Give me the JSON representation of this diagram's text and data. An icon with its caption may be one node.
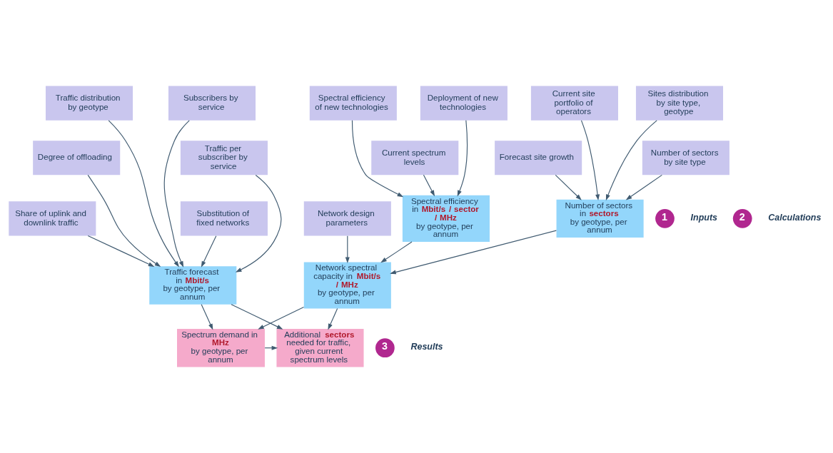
{
  "diagram": {
    "nodes": [
      {
        "text": [
          "Subscribers by service"
        ]
      },
      {
        "text": [
          "Traffic distribution by geotype"
        ]
      },
      {
        "text": [
          "Deployment of new technologies"
        ]
      },
      {
        "text": [
          "Spectral efficiency  of new technologies"
        ]
      },
      {
        "text": [
          "Current site portfolio of operators"
        ]
      },
      {
        "text": [
          "Sites distribution by site type, geotype"
        ]
      },
      {
        "text": [
          "Traffic per subscriber by service"
        ]
      },
      {
        "text": [
          "Degree of offloading"
        ]
      },
      {
        "text": [
          "Current spectrum levels"
        ]
      },
      {
        "text": [
          "Forecast site growth"
        ]
      },
      {
        "text": [
          "Number of sectors by site type"
        ]
      },
      {
        "text": [
          "Substitution of fixed networks"
        ]
      },
      {
        "text": [
          "Share of uplink and downlink traffic"
        ]
      },
      {
        "text": [
          "Network design parameters"
        ]
      },
      {
        "text": [
          "1"
        ],
        "beside": [
          "Inputs"
        ]
      },
      {
        "text": [
          "Spectral efficiency in **Mbit/s / sector / MHz** by geotype, per annum"
        ]
      },
      {
        "text": [
          "Number of sectors in **sectors** by geotype, per annum"
        ]
      },
      {
        "text": [
          "2"
        ],
        "beside": [
          "Calculations"
        ]
      },
      {
        "text": [
          "Traffic forecast in **Mbit/s** by geotype, per annum"
        ]
      },
      {
        "text": [
          "Network spectral capacity in **Mbit/s / MHz** by geotype, per annum"
        ]
      },
      {
        "text": [
          "Spectrum demand in **MHz** by geotype, per annum"
        ]
      },
      {
        "text": [
          "Additional **sectors** needed for traffic, given current spectrum levels"
        ]
      },
      {
        "text": [
          "3"
        ],
        "beside": [
          "Results"
        ]
      }
    ],
    "edges": [
      {
        "from": 0,
        "to": 18,
        "arrow": "to"
      },
      {
        "from": 1,
        "to": 18,
        "arrow": "to"
      },
      {
        "from": 6,
        "to": 18,
        "arrow": "to"
      },
      {
        "from": 7,
        "to": 18,
        "arrow": "to"
      },
      {
        "from": 11,
        "to": 18,
        "arrow": "to"
      },
      {
        "from": 12,
        "to": 18,
        "arrow": "to"
      },
      {
        "from": 2,
        "to": 15,
        "arrow": "to"
      },
      {
        "from": 3,
        "to": 15,
        "arrow": "to"
      },
      {
        "from": 8,
        "to": 15,
        "arrow": "to"
      },
      {
        "from": 4,
        "to": 16,
        "arrow": "to"
      },
      {
        "from": 5,
        "to": 16,
        "arrow": "to"
      },
      {
        "from": 9,
        "to": 16,
        "arrow": "to"
      },
      {
        "from": 10,
        "to": 16,
        "arrow": "to"
      },
      {
        "from": 15,
        "to": 19,
        "arrow": "to"
      },
      {
        "from": 13,
        "to": 19,
        "arrow": "to"
      },
      {
        "from": 16,
        "to": 19,
        "arrow": "to"
      },
      {
        "from": 18,
        "to": 20,
        "arrow": "to"
      },
      {
        "from": 18,
        "to": 21,
        "arrow": "to"
      },
      {
        "from": 19,
        "to": 20,
        "arrow": "to"
      },
      {
        "from": 19,
        "to": 21,
        "arrow": "to"
      },
      {
        "from": 20,
        "to": 21,
        "arrow": "to"
      }
    ]
  }
}
